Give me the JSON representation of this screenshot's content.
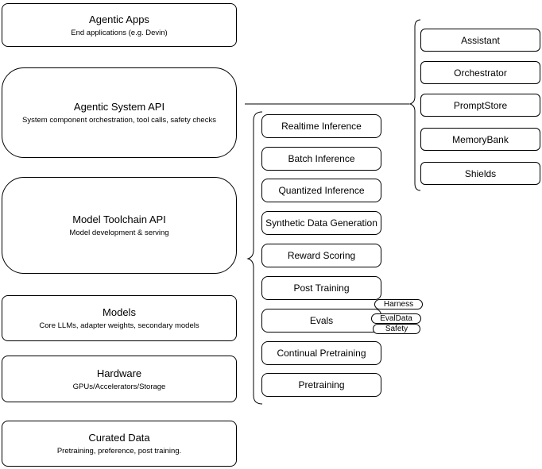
{
  "diagram": {
    "colors": {
      "stroke": "#000000",
      "fill": "#ffffff",
      "background": "#ffffff"
    },
    "left_stack": [
      {
        "title": "Agentic Apps",
        "subtitle": "End applications (e.g. Devin)"
      },
      {
        "title": "Agentic System API",
        "subtitle": "System component orchestration, tool calls, safety checks"
      },
      {
        "title": "Model Toolchain API",
        "subtitle": "Model development & serving"
      },
      {
        "title": "Models",
        "subtitle": "Core LLMs, adapter weights, secondary models"
      },
      {
        "title": "Hardware",
        "subtitle": "GPUs/Accelerators/Storage"
      },
      {
        "title": "Curated Data",
        "subtitle": "Pretraining, preference, post training."
      }
    ],
    "toolchain_stack": [
      {
        "label": "Realtime Inference"
      },
      {
        "label": "Batch Inference"
      },
      {
        "label": "Quantized Inference"
      },
      {
        "label": "Synthetic Data Generation"
      },
      {
        "label": "Reward Scoring"
      },
      {
        "label": "Post Training"
      },
      {
        "label": "Evals"
      },
      {
        "label": "Continual Pretraining"
      },
      {
        "label": "Pretraining"
      }
    ],
    "eval_pills": [
      {
        "label": "Harness"
      },
      {
        "label": "EvalData"
      },
      {
        "label": "Safety"
      }
    ],
    "system_stack": [
      {
        "label": "Assistant"
      },
      {
        "label": "Orchestrator"
      },
      {
        "label": "PromptStore"
      },
      {
        "label": "MemoryBank"
      },
      {
        "label": "Shields"
      }
    ]
  }
}
